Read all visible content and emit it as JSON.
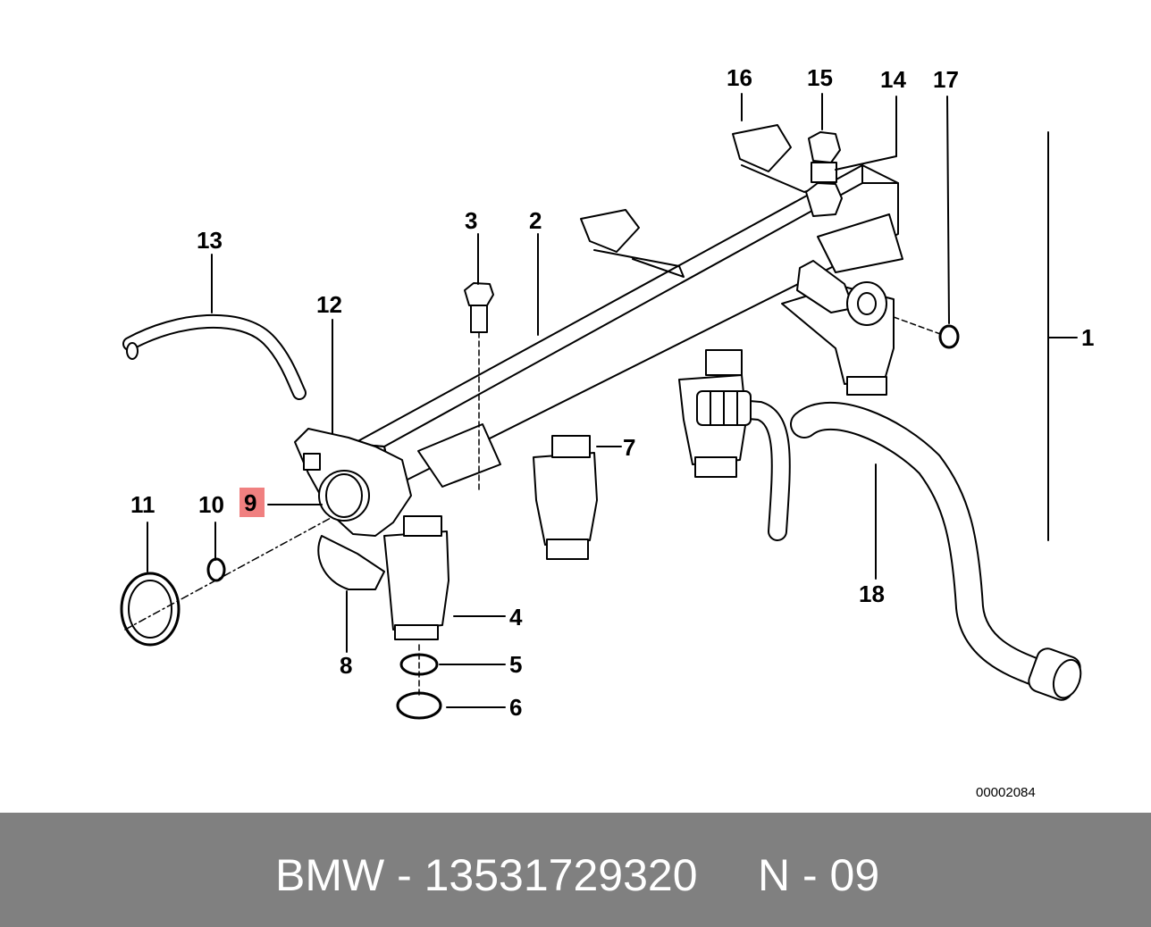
{
  "diagram": {
    "labels": {
      "l1": "1",
      "l2": "2",
      "l3": "3",
      "l4": "4",
      "l5": "5",
      "l6": "6",
      "l7": "7",
      "l8": "8",
      "l9": "9",
      "l10": "10",
      "l11": "11",
      "l12": "12",
      "l13": "13",
      "l14": "14",
      "l15": "15",
      "l16": "16",
      "l17": "17",
      "l18": "18"
    },
    "highlighted_label": "9",
    "highlight_color": "#f08080",
    "code": "00002084"
  },
  "footer": {
    "part_text": "BMW - 13531729320",
    "ref_text": "N - 09",
    "background_color": "#808080"
  }
}
